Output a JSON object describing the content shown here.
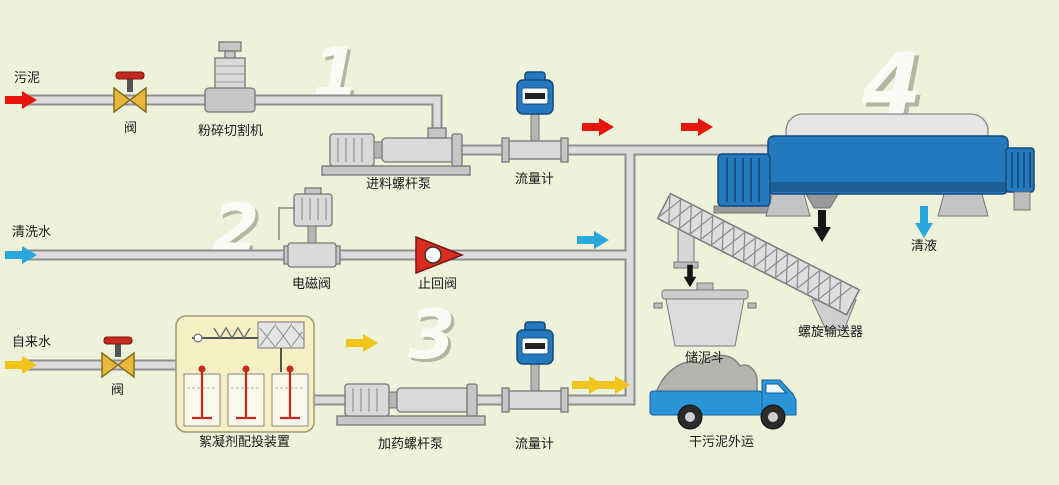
{
  "diagram": {
    "streams": {
      "sludge_label": "污泥",
      "wash_water_label": "清洗水",
      "tap_water_label": "自来水"
    },
    "equipment": {
      "valve_top_label": "阀",
      "crusher_label": "粉碎切割机",
      "feed_pump_label": "进料螺杆泵",
      "flowmeter_top_label": "流量计",
      "solenoid_valve_label": "电磁阀",
      "check_valve_label": "止回阀",
      "valve_bottom_label": "阀",
      "flocculant_unit_label": "絮凝剂配投装置",
      "dosing_pump_label": "加药螺杆泵",
      "flowmeter_bottom_label": "流量计",
      "clear_liquid_label": "清液",
      "sludge_hopper_label": "储泥斗",
      "screw_conveyor_label": "螺旋输送器",
      "truck_label": "干污泥外运"
    },
    "stage_numbers": {
      "stage1": "1",
      "stage2": "2",
      "stage3": "3",
      "stage4": "4"
    },
    "colors": {
      "background": "#eef2da",
      "pipe_fill": "#dcdcdc",
      "pipe_outline": "#8f8f8f",
      "machine_blue": "#2478be",
      "valve_yellow": "#e6b93c",
      "handle_red": "#c62a1e",
      "check_valve_red": "#d92b20",
      "arrow_red": "#e8150d",
      "arrow_blue": "#29a8e0",
      "arrow_yellow": "#efc51c",
      "arrow_black": "#151515",
      "flocculant_box": "#f6f0c4"
    }
  }
}
